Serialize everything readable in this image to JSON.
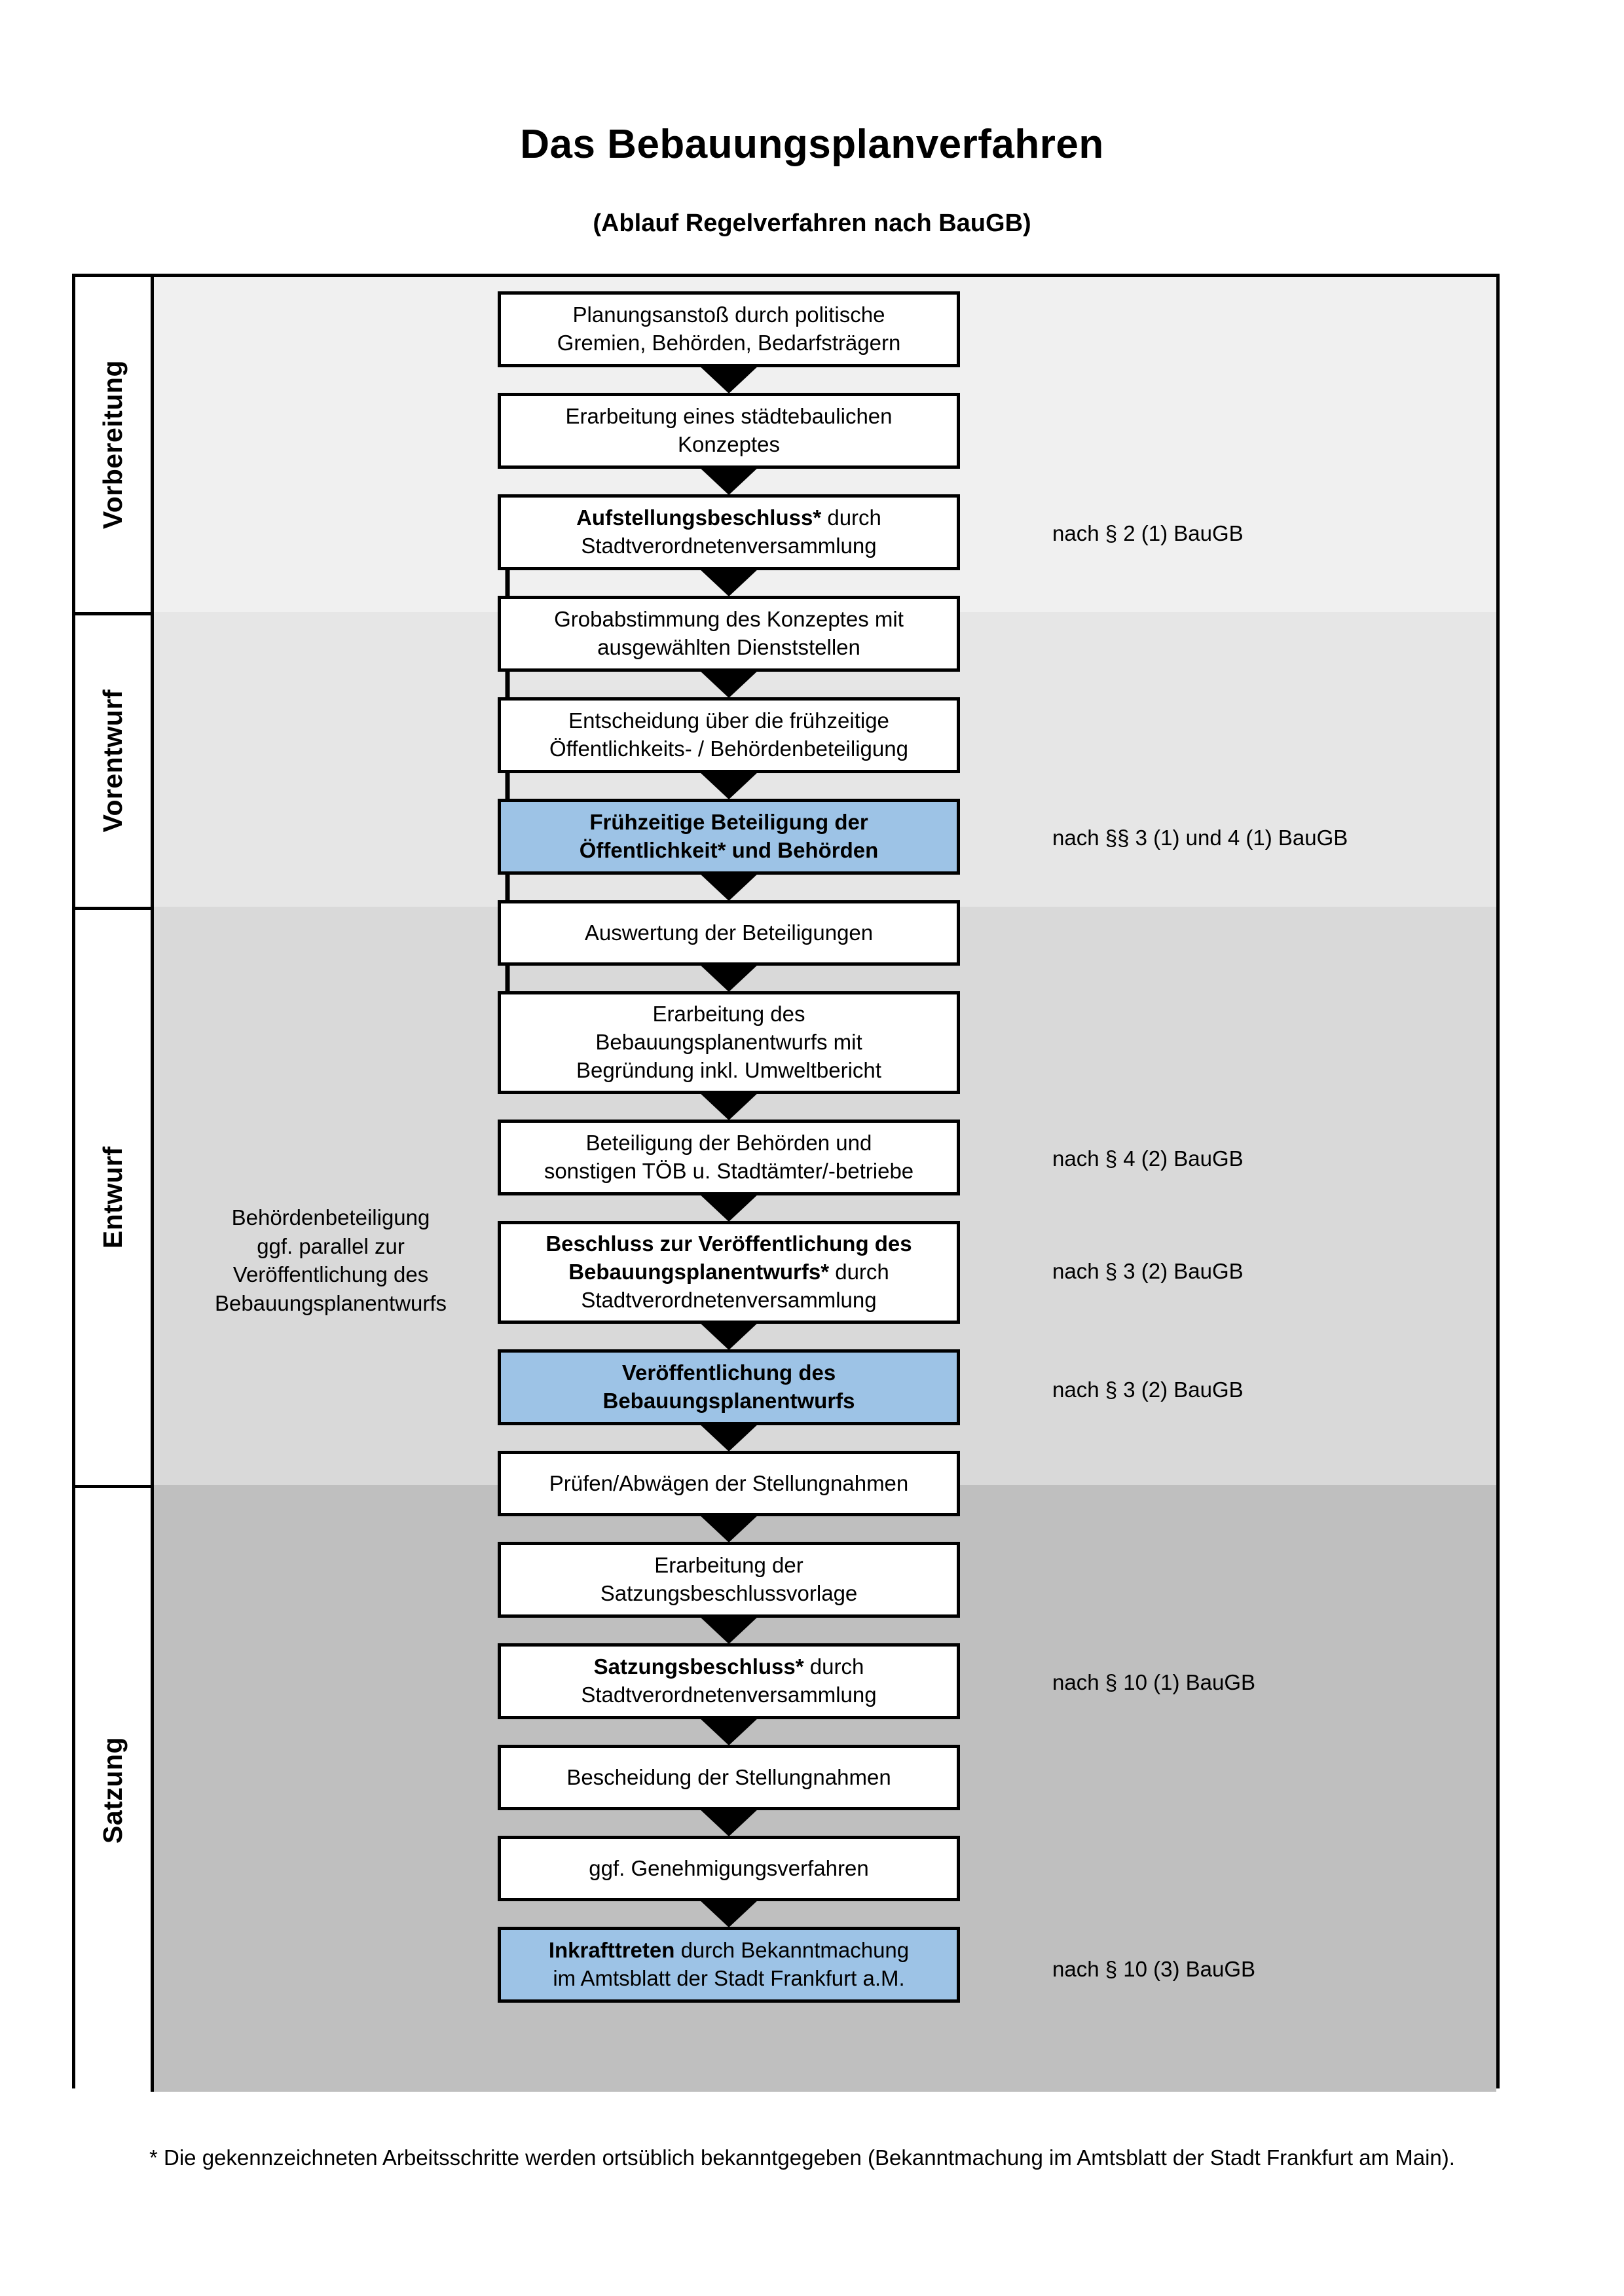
{
  "header": {
    "title": "Das Bebauungsplanverfahren",
    "subtitle": "(Ablauf Regelverfahren nach BauGB)"
  },
  "colors": {
    "highlight": "#9dc3e6",
    "band_vorbereitung": "#f0f0f0",
    "band_vorentwurf": "#e6e6e6",
    "band_entwurf": "#d9d9d9",
    "band_satzung": "#bfbfbf",
    "stroke": "#000000"
  },
  "phases": [
    {
      "label": "Vorbereitung",
      "bg": "#f0f0f0"
    },
    {
      "label": "Vorentwurf",
      "bg": "#e6e6e6"
    },
    {
      "label": "Entwurf",
      "bg": "#d9d9d9"
    },
    {
      "label": "Satzung",
      "bg": "#bfbfbf"
    }
  ],
  "steps": [
    {
      "id": "planungsanstoss",
      "phase": "Vorbereitung",
      "highlight": false,
      "lines": [
        {
          "t": "Planungsanstoß durch politische",
          "b": false
        },
        {
          "t": "Gremien, Behörden, Bedarfsträgern",
          "b": false
        }
      ]
    },
    {
      "id": "konzept",
      "phase": "Vorbereitung",
      "highlight": false,
      "lines": [
        {
          "t": "Erarbeitung eines städtebaulichen",
          "b": false
        },
        {
          "t": "Konzeptes",
          "b": false
        }
      ]
    },
    {
      "id": "aufstellungsbeschluss",
      "phase": "Vorbereitung",
      "highlight": false,
      "lines": [
        {
          "t": "Aufstellungsbeschluss*",
          "b": true
        },
        {
          "t": " durch",
          "b": false
        },
        {
          "t": "\n",
          "b": false
        },
        {
          "t": "Stadtverordnetenversammlung",
          "b": false
        }
      ]
    },
    {
      "id": "grobabstimmung",
      "phase": "Vorentwurf",
      "highlight": false,
      "lines": [
        {
          "t": "Grobabstimmung des Konzeptes mit",
          "b": false
        },
        {
          "t": "ausgewählten Dienststellen",
          "b": false
        }
      ]
    },
    {
      "id": "entscheidung-fruehzeitig",
      "phase": "Vorentwurf",
      "highlight": false,
      "lines": [
        {
          "t": "Entscheidung über die frühzeitige",
          "b": false
        },
        {
          "t": "Öffentlichkeits- / Behördenbeteiligung",
          "b": false
        }
      ]
    },
    {
      "id": "fruehzeitige-beteiligung",
      "phase": "Vorentwurf",
      "highlight": true,
      "lines": [
        {
          "t": "Frühzeitige Beteiligung der",
          "b": true
        },
        {
          "t": "Öffentlichkeit* und Behörden",
          "b": true
        }
      ]
    },
    {
      "id": "auswertung",
      "phase": "Entwurf",
      "highlight": false,
      "lines": [
        {
          "t": "Auswertung der Beteiligungen",
          "b": false
        }
      ]
    },
    {
      "id": "erarbeitung-entwurf",
      "phase": "Entwurf",
      "highlight": false,
      "lines": [
        {
          "t": "Erarbeitung des",
          "b": false
        },
        {
          "t": "Bebauungsplanentwurfs mit",
          "b": false
        },
        {
          "t": "Begründung inkl. Umweltbericht",
          "b": false
        }
      ]
    },
    {
      "id": "beteiligung-behoerden",
      "phase": "Entwurf",
      "highlight": false,
      "lines": [
        {
          "t": "Beteiligung der Behörden und",
          "b": false
        },
        {
          "t": "sonstigen TÖB u. Stadtämter/-betriebe",
          "b": false
        }
      ]
    },
    {
      "id": "beschluss-veroeffentlichung",
      "phase": "Entwurf",
      "highlight": false,
      "lines": [
        {
          "t": "Beschluss zur Veröffentlichung des",
          "b": true
        },
        {
          "t": "Bebauungsplanentwurfs*",
          "b": true
        },
        {
          "t": " durch",
          "b": false
        },
        {
          "t": "\n",
          "b": false
        },
        {
          "t": "Stadtverordnetenversammlung",
          "b": false
        }
      ]
    },
    {
      "id": "veroeffentlichung",
      "phase": "Entwurf",
      "highlight": true,
      "lines": [
        {
          "t": "Veröffentlichung des",
          "b": true
        },
        {
          "t": "Bebauungsplanentwurfs",
          "b": true
        }
      ]
    },
    {
      "id": "pruefen-abwaegen",
      "phase": "Satzung",
      "highlight": false,
      "lines": [
        {
          "t": "Prüfen/Abwägen der Stellungnahmen",
          "b": false
        }
      ]
    },
    {
      "id": "satzungsvorlage",
      "phase": "Satzung",
      "highlight": false,
      "lines": [
        {
          "t": "Erarbeitung der",
          "b": false
        },
        {
          "t": "Satzungsbeschlussvorlage",
          "b": false
        }
      ]
    },
    {
      "id": "satzungsbeschluss",
      "phase": "Satzung",
      "highlight": false,
      "lines": [
        {
          "t": "Satzungsbeschluss*",
          "b": true
        },
        {
          "t": " durch",
          "b": false
        },
        {
          "t": "\n",
          "b": false
        },
        {
          "t": "Stadtverordnetenversammlung",
          "b": false
        }
      ]
    },
    {
      "id": "bescheidung",
      "phase": "Satzung",
      "highlight": false,
      "lines": [
        {
          "t": "Bescheidung der Stellungnahmen",
          "b": false
        }
      ]
    },
    {
      "id": "genehmigungsverfahren",
      "phase": "Satzung",
      "highlight": false,
      "lines": [
        {
          "t": "ggf. Genehmigungsverfahren",
          "b": false
        }
      ]
    },
    {
      "id": "inkrafttreten",
      "phase": "Satzung",
      "highlight": true,
      "lines": [
        {
          "t": "Inkrafttreten",
          "b": true
        },
        {
          "t": " durch Bekanntmachung",
          "b": false
        },
        {
          "t": "\n",
          "b": false
        },
        {
          "t": "im Amtsblatt der Stadt Frankfurt a.M.",
          "b": false
        }
      ]
    }
  ],
  "legal_notes": [
    {
      "id": "note-par2-1",
      "text": "nach § 2 (1) BauGB",
      "for": "aufstellungsbeschluss"
    },
    {
      "id": "note-par3-4-1",
      "text": "nach §§ 3 (1) und 4 (1) BauGB",
      "for": "fruehzeitige-beteiligung"
    },
    {
      "id": "note-par4-2",
      "text": "nach § 4 (2) BauGB",
      "for": "beteiligung-behoerden"
    },
    {
      "id": "note-par3-2a",
      "text": "nach § 3 (2) BauGB",
      "for": "beschluss-veroeffentlichung"
    },
    {
      "id": "note-par3-2b",
      "text": "nach § 3 (2) BauGB",
      "for": "veroeffentlichung"
    },
    {
      "id": "note-par10-1",
      "text": "nach § 10 (1) BauGB",
      "for": "satzungsbeschluss"
    },
    {
      "id": "note-par10-3",
      "text": "nach § 10 (3) BauGB",
      "for": "inkrafttreten"
    }
  ],
  "side_note": {
    "text": "Behördenbeteiligung\nggf. parallel zur\nVeröffentlichung des\nBebauungsplanentwurfs"
  },
  "footnote": {
    "text": "* Die gekennzeichneten Arbeitsschritte werden ortsüblich bekanntgegeben (Bekanntmachung im Amtsblatt  der Stadt Frankfurt am Main)."
  }
}
